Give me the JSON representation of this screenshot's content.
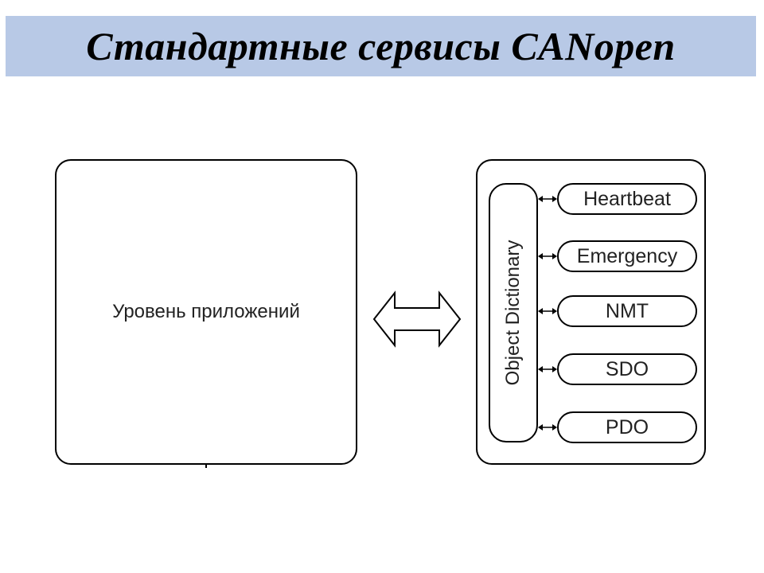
{
  "title": "Стандартные сервисы CANopen",
  "colors": {
    "title_background": "#b8c9e6",
    "stroke": "#000000",
    "text": "#222222"
  },
  "application_layer": {
    "label": "Уровень приложений"
  },
  "object_dictionary": {
    "label": "Object Dictionary"
  },
  "services": [
    {
      "label": "Heartbeat"
    },
    {
      "label": "Emergency"
    },
    {
      "label": "NMT"
    },
    {
      "label": "SDO"
    },
    {
      "label": "PDO"
    }
  ],
  "icons": {
    "link": "double-arrow-icon",
    "connector": "bidirectional-arrow-icon"
  }
}
